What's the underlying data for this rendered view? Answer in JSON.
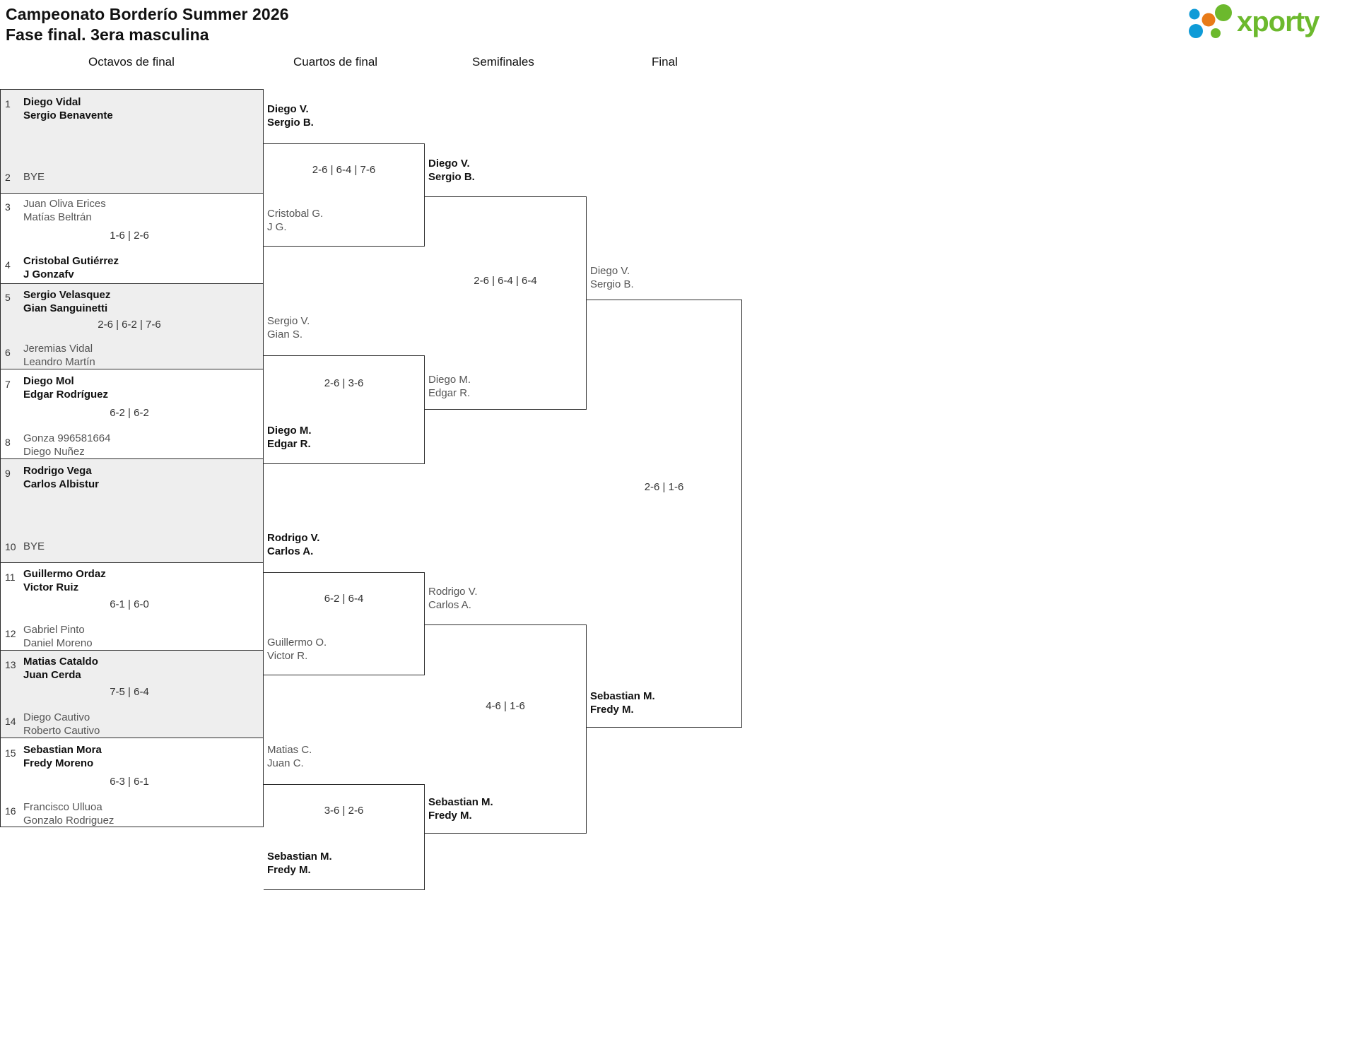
{
  "header": {
    "title_line1": "Campeonato Borderío Summer 2026",
    "title_line2": "Fase final. 3era masculina",
    "logo_text": "xporty",
    "logo_colors": {
      "green": "#6cb92d",
      "blue": "#0f9bd7",
      "orange": "#e87b18"
    }
  },
  "rounds": [
    {
      "key": "r16",
      "label": "Octavos de final"
    },
    {
      "key": "qf",
      "label": "Cuartos de final"
    },
    {
      "key": "sf",
      "label": "Semifinales"
    },
    {
      "key": "f",
      "label": "Final"
    }
  ],
  "chart_data": {
    "type": "bracket",
    "title": "Campeonato Borderío Summer 2026 — Fase final. 3era masculina",
    "rounds": [
      "Octavos de final",
      "Cuartos de final",
      "Semifinales",
      "Final"
    ],
    "champion": [
      "Sebastian M.",
      "Fredy M."
    ]
  },
  "r16": {
    "slots": [
      {
        "seed": "1",
        "p1": "Diego Vidal",
        "p2": "Sergio Benavente",
        "result": "winner"
      },
      {
        "seed": "2",
        "bye": "BYE",
        "result": "bye"
      },
      {
        "seed": "3",
        "p1": "Juan Oliva Erices",
        "p2": "Matías Beltrán",
        "result": "loser"
      },
      {
        "seed": "4",
        "p1": "Cristobal Gutiérrez",
        "p2": "J Gonzafv",
        "result": "winner"
      },
      {
        "seed": "5",
        "p1": "Sergio Velasquez",
        "p2": "Gian Sanguinetti",
        "result": "winner"
      },
      {
        "seed": "6",
        "p1": "Jeremias Vidal",
        "p2": "Leandro Martín",
        "result": "loser"
      },
      {
        "seed": "7",
        "p1": "Diego Mol",
        "p2": "Edgar Rodríguez",
        "result": "winner"
      },
      {
        "seed": "8",
        "p1": "Gonza 996581664",
        "p2": "Diego Nuñez",
        "result": "loser"
      },
      {
        "seed": "9",
        "p1": "Rodrigo Vega",
        "p2": "Carlos Albistur",
        "result": "winner"
      },
      {
        "seed": "10",
        "bye": "BYE",
        "result": "bye"
      },
      {
        "seed": "11",
        "p1": "Guillermo Ordaz",
        "p2": "Victor Ruiz",
        "result": "winner"
      },
      {
        "seed": "12",
        "p1": "Gabriel Pinto",
        "p2": "Daniel Moreno",
        "result": "loser"
      },
      {
        "seed": "13",
        "p1": "Matias Cataldo",
        "p2": "Juan Cerda",
        "result": "winner"
      },
      {
        "seed": "14",
        "p1": "Diego Cautivo",
        "p2": "Roberto Cautivo",
        "result": "loser"
      },
      {
        "seed": "15",
        "p1": "Sebastian Mora",
        "p2": "Fredy Moreno",
        "result": "winner"
      },
      {
        "seed": "16",
        "p1": "Francisco Ulluoa",
        "p2": "Gonzalo Rodriguez",
        "result": "loser"
      }
    ],
    "scores": [
      "",
      "1-6 | 2-6",
      "2-6 | 6-2 | 7-6",
      "6-2 | 6-2",
      "",
      "6-1 | 6-0",
      "7-5 | 6-4",
      "6-3 | 6-1"
    ]
  },
  "qf": {
    "matches": [
      {
        "top": {
          "p1": "Diego V.",
          "p2": "Sergio B.",
          "result": "winner"
        },
        "bottom": {
          "p1": "Cristobal G.",
          "p2": "J G.",
          "result": "loser"
        },
        "score": "2-6 | 6-4 | 7-6"
      },
      {
        "top": {
          "p1": "Sergio V.",
          "p2": "Gian S.",
          "result": "loser"
        },
        "bottom": {
          "p1": "Diego M.",
          "p2": "Edgar R.",
          "result": "winner"
        },
        "score": "2-6 | 3-6"
      },
      {
        "top": {
          "p1": "Rodrigo V.",
          "p2": "Carlos A.",
          "result": "winner"
        },
        "bottom": {
          "p1": "Guillermo O.",
          "p2": "Victor R.",
          "result": "loser"
        },
        "score": "6-2 | 6-4"
      },
      {
        "top": {
          "p1": "Matias C.",
          "p2": "Juan C.",
          "result": "loser"
        },
        "bottom": {
          "p1": "Sebastian M.",
          "p2": "Fredy M.",
          "result": "winner"
        },
        "score": "3-6 | 2-6"
      }
    ]
  },
  "sf": {
    "matches": [
      {
        "top": {
          "p1": "Diego V.",
          "p2": "Sergio B.",
          "result": "winner"
        },
        "bottom": {
          "p1": "Diego M.",
          "p2": "Edgar R.",
          "result": "loser"
        },
        "score": "2-6 | 6-4 | 6-4"
      },
      {
        "top": {
          "p1": "Rodrigo V.",
          "p2": "Carlos A.",
          "result": "loser"
        },
        "bottom": {
          "p1": "Sebastian M.",
          "p2": "Fredy M.",
          "result": "winner"
        },
        "score": "4-6 | 1-6"
      }
    ]
  },
  "final": {
    "match": {
      "top": {
        "p1": "Diego V.",
        "p2": "Sergio B.",
        "result": "loser"
      },
      "bottom": {
        "p1": "Sebastian M.",
        "p2": "Fredy M.",
        "result": "winner"
      },
      "score": "2-6 | 1-6"
    }
  }
}
